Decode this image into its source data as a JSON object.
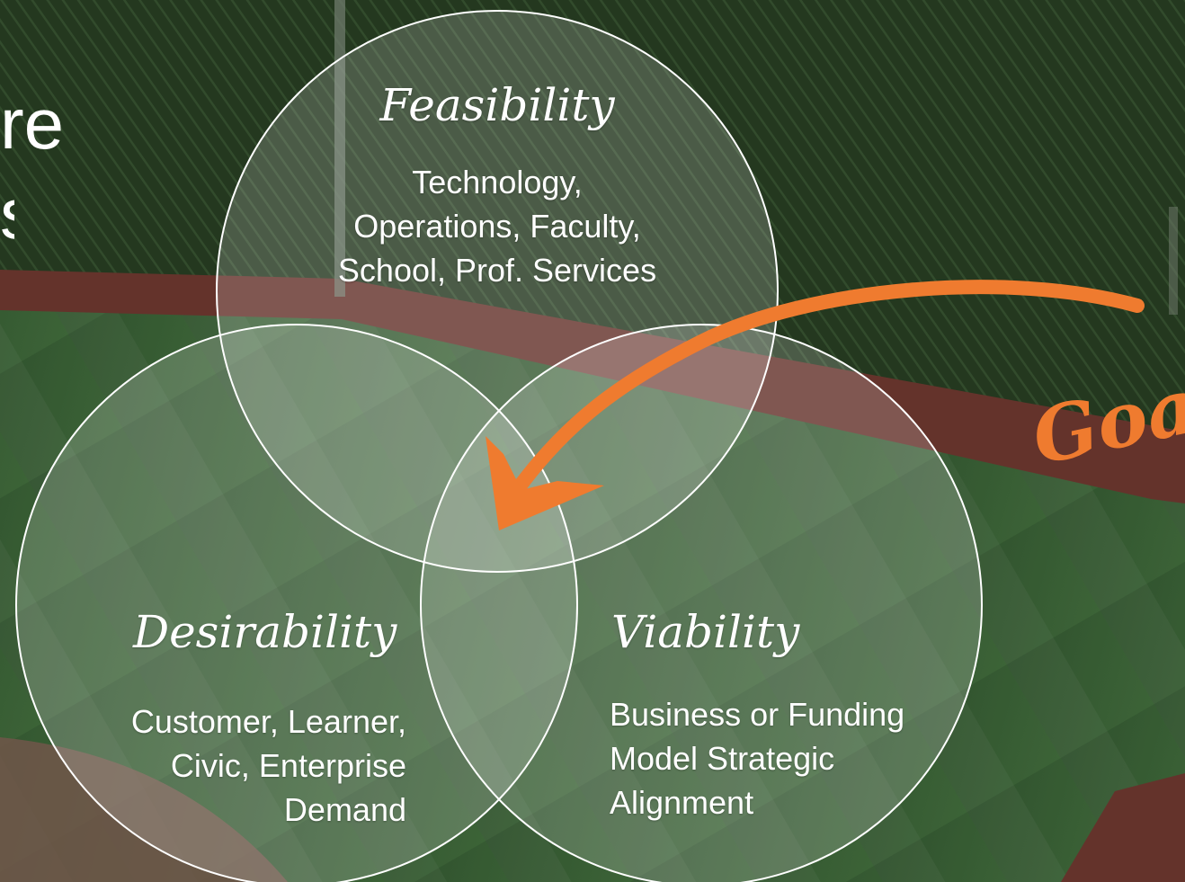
{
  "diagram": {
    "colors": {
      "circle_stroke": "#ffffff",
      "circle_fill": "rgba(255,255,255,0.18)",
      "arrow": "#ef7b2f",
      "field_grass": "#3f6a3c",
      "warning_track": "#7a3f35",
      "corn": "#2f4a2b"
    },
    "sets": [
      {
        "id": "feasibility",
        "title": "Feasibility",
        "description": [
          "Technology,",
          "Operations, Faculty,",
          "School, Prof. Services"
        ]
      },
      {
        "id": "desirability",
        "title": "Desirability",
        "description": [
          "Customer, Learner,",
          "Civic, Enterprise",
          "Demand"
        ]
      },
      {
        "id": "viability",
        "title": "Viability",
        "description": [
          "Business or Funding",
          "Model Strategic",
          "Alignment"
        ]
      }
    ],
    "goal": {
      "label": "Goal",
      "arrow_icon": "curved-arrow-icon"
    }
  },
  "background": {
    "title_fragments": [
      "re",
      "s"
    ],
    "image": "baseball-field-cornfield-photo"
  }
}
